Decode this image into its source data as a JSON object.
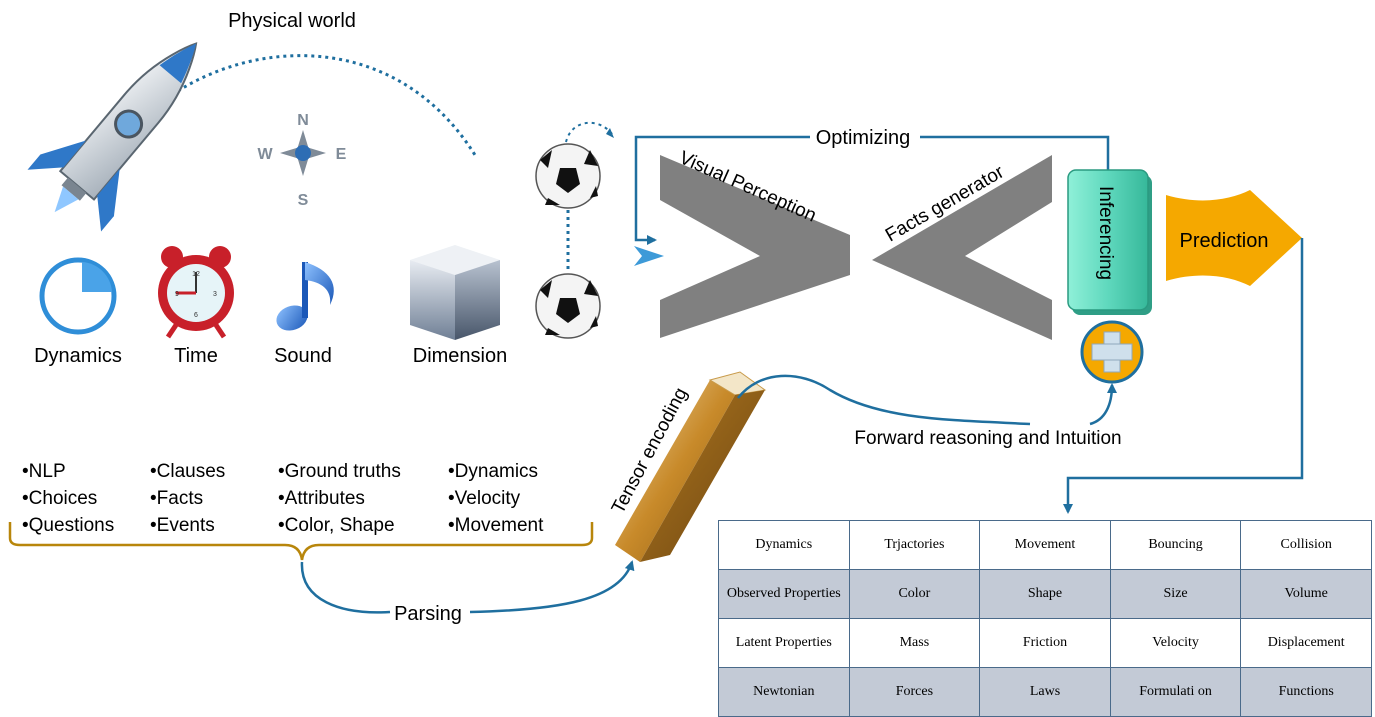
{
  "colors": {
    "arrow_blue": "#1f6f9f",
    "funnel_gray": "#808080",
    "prediction_orange": "#f5a800",
    "inferencing_teal": "#6fe0c6",
    "bracket_gold": "#b8860b",
    "table_shade": "#c3cad6"
  },
  "physical_world": {
    "title": "Physical world",
    "compass": {
      "n": "N",
      "s": "S",
      "e": "E",
      "w": "W"
    },
    "dimension_icons": [
      {
        "icon": "pie-chart-icon",
        "label": "Dynamics"
      },
      {
        "icon": "alarm-clock-icon",
        "label": "Time"
      },
      {
        "icon": "music-note-icon",
        "label": "Sound"
      },
      {
        "icon": "cube-icon",
        "label": "Dimension"
      }
    ]
  },
  "pipeline": {
    "optimizing": "Optimizing",
    "visual_perception": "Visual Perception",
    "facts_generator": "Facts generator",
    "inferencing": "Inferencing",
    "prediction": "Prediction",
    "forward_reasoning": "Forward reasoning and Intuition",
    "tensor_encoding": "Tensor encoding",
    "parsing": "Parsing"
  },
  "text_inputs": {
    "columns": [
      [
        "NLP",
        "Choices",
        "Questions"
      ],
      [
        "Clauses",
        "Facts",
        "Events"
      ],
      [
        "Ground truths",
        "Attributes",
        "Color, Shape"
      ],
      [
        "Dynamics",
        "Velocity",
        "Movement"
      ]
    ],
    "bullet": "•"
  },
  "properties_table": {
    "rows": [
      [
        "Dynamics",
        "Trjactories",
        "Movement",
        "Bouncing",
        "Collision"
      ],
      [
        "Observed Properties",
        "Color",
        "Shape",
        "Size",
        "Volume"
      ],
      [
        "Latent Properties",
        "Mass",
        "Friction",
        "Velocity",
        "Displacement"
      ],
      [
        "Newtonian",
        "Forces",
        "Laws",
        "Formulati on",
        "Functions"
      ]
    ]
  }
}
